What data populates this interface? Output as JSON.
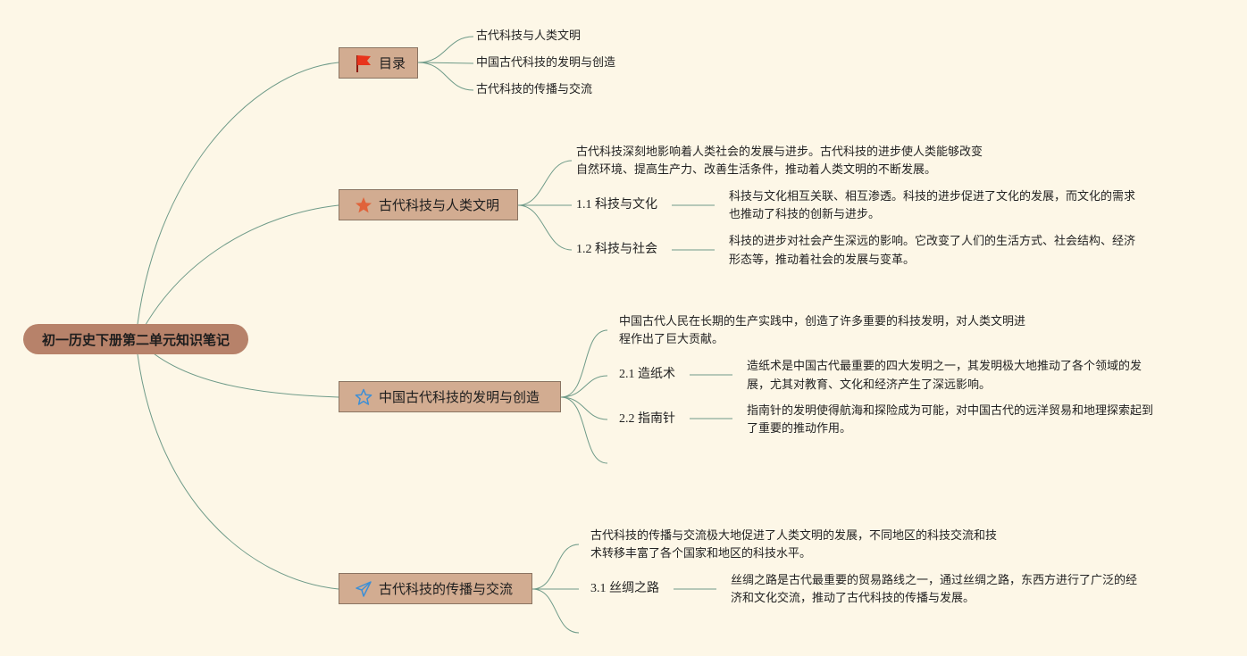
{
  "root": {
    "title": "初一历史下册第二单元知识笔记"
  },
  "branches": {
    "toc": {
      "label": "目录",
      "icon": "red-flag-icon",
      "items": [
        "古代科技与人类文明",
        "中国古代科技的发明与创造",
        "古代科技的传播与交流"
      ]
    },
    "b1": {
      "label": "古代科技与人类文明",
      "icon": "star-icon",
      "intro": [
        "古代科技深刻地影响着人类社会的发展与进步。古代科技的进步使人类能够改变",
        "自然环境、提高生产力、改善生活条件，推动着人类文明的不断发展。"
      ],
      "subs": [
        {
          "label": "1.1 科技与文化",
          "desc": [
            "科技与文化相互关联、相互渗透。科技的进步促进了文化的发展，而文化的需求",
            "也推动了科技的创新与进步。"
          ]
        },
        {
          "label": "1.2 科技与社会",
          "desc": [
            "科技的进步对社会产生深远的影响。它改变了人们的生活方式、社会结构、经济",
            "形态等，推动着社会的发展与变革。"
          ]
        }
      ]
    },
    "b2": {
      "label": "中国古代科技的发明与创造",
      "icon": "star-outline-icon",
      "intro": [
        "中国古代人民在长期的生产实践中，创造了许多重要的科技发明，对人类文明进",
        "程作出了巨大贡献。"
      ],
      "subs": [
        {
          "label": "2.1 造纸术",
          "desc": [
            "造纸术是中国古代最重要的四大发明之一，其发明极大地推动了各个领域的发",
            "展，尤其对教育、文化和经济产生了深远影响。"
          ]
        },
        {
          "label": "2.2 指南针",
          "desc": [
            "指南针的发明使得航海和探险成为可能，对中国古代的远洋贸易和地理探索起到",
            "了重要的推动作用。"
          ]
        }
      ]
    },
    "b3": {
      "label": "古代科技的传播与交流",
      "icon": "paper-plane-icon",
      "intro": [
        "古代科技的传播与交流极大地促进了人类文明的发展，不同地区的科技交流和技",
        "术转移丰富了各个国家和地区的科技水平。"
      ],
      "subs": [
        {
          "label": "3.1 丝绸之路",
          "desc": [
            "丝绸之路是古代最重要的贸易路线之一，通过丝绸之路，东西方进行了广泛的经",
            "济和文化交流，推动了古代科技的传播与发展。"
          ]
        }
      ]
    }
  },
  "colors": {
    "background": "#fdf7e7",
    "line": "#6e9a88",
    "root": "#b7826a",
    "branch": "#d2ac91",
    "flag": "#e8341c",
    "star": "#e0633a",
    "outline": "#3d8fd6"
  }
}
